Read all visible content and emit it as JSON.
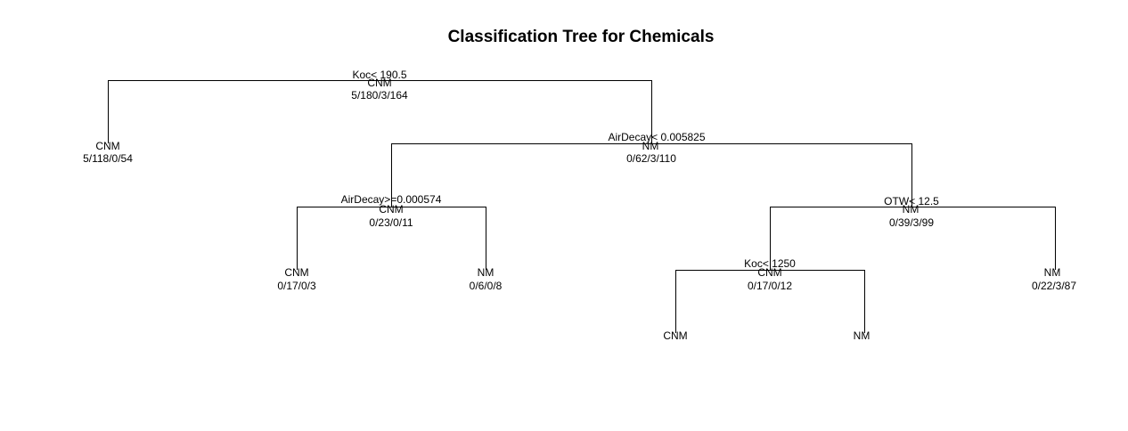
{
  "title": "Classification Tree for Chemicals",
  "nodes": {
    "root": {
      "split": "Koc< 190.5",
      "class": "CNM",
      "counts": "5/180/3/164"
    },
    "l": {
      "class": "CNM",
      "counts": "5/118/0/54"
    },
    "r": {
      "split": "AirDecay< 0.005825",
      "class": "NM",
      "counts": "0/62/3/110"
    },
    "rl": {
      "split": "AirDecay>=0.000574",
      "class": "CNM",
      "counts": "0/23/0/11"
    },
    "rll": {
      "class": "CNM",
      "counts": "0/17/0/3"
    },
    "rlr": {
      "class": "NM",
      "counts": "0/6/0/8"
    },
    "rr": {
      "split": "OTW< 12.5",
      "class": "NM",
      "counts": "0/39/3/99"
    },
    "rrl": {
      "split": "Koc< 1250",
      "class": "CNM",
      "counts": "0/17/0/12"
    },
    "rrll": {
      "class": "CNM"
    },
    "rrlr": {
      "class": "NM"
    },
    "rrr": {
      "class": "NM",
      "counts": "0/22/3/87"
    }
  }
}
